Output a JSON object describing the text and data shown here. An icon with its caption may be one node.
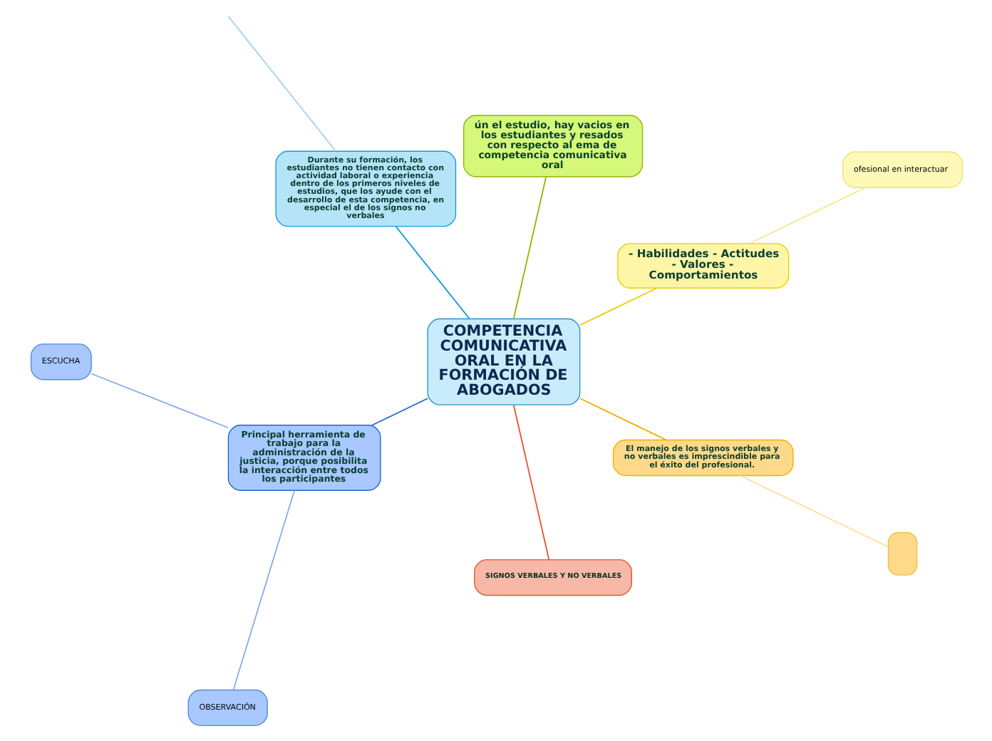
{
  "diagram": {
    "nodes": [
      {
        "text": [
          "COMPETENCIA COMUNICATIVA ORAL EN LA FORMACIÓN DE ABOGADOS"
        ]
      },
      {
        "text": [
          "- Habilidades - Actitudes - Valores - Comportamientos"
        ]
      },
      {
        "text": [
          "ofesional en interactuar"
        ]
      },
      {
        "text": [
          "ún el estudio, hay vacios en los estudiantes y resados con respecto al ema de competencia comunicativa oral"
        ]
      },
      {
        "text": [
          "Durante su formación, los estudiantes no tienen contacto con actividad laboral o experiencia dentro de los primeros niveles de estudios, que los ayude con el desarrollo de esta competencia, en especial el de los signos no verbales"
        ]
      },
      {
        "text": [
          "Principal herramienta de trabajo para la administración de la justicia, porque posibilita la interacción entre todos los participantes"
        ]
      },
      {
        "text": [
          "ESCUCHA"
        ]
      },
      {
        "text": [
          "OBSERVACIÓN"
        ]
      },
      {
        "text": [
          "SIGNOS VERBALES Y NO VERBALES"
        ]
      },
      {
        "text": [
          "El manejo de los signos verbales y no verbales es imprescindible para el éxito del profesional."
        ]
      },
      {
        "text": [],
        "shape": "box"
      }
    ],
    "edges": [
      {
        "from": 0,
        "to": 1,
        "arrow": "none",
        "color": "#e8d000"
      },
      {
        "from": 1,
        "to": 2,
        "arrow": "none",
        "color": "#f5e890"
      },
      {
        "from": 0,
        "to": 3,
        "arrow": "none",
        "color": "#8bb800"
      },
      {
        "from": 0,
        "to": 4,
        "arrow": "none",
        "color": "#1a9ad8"
      },
      {
        "from": 4,
        "to": null,
        "arrow": "none",
        "color": "#9fd4ee"
      },
      {
        "from": 0,
        "to": 5,
        "arrow": "none",
        "color": "#2266cc"
      },
      {
        "from": 5,
        "to": 6,
        "arrow": "none",
        "color": "#88aaee"
      },
      {
        "from": 5,
        "to": 7,
        "arrow": "none",
        "color": "#88aaee"
      },
      {
        "from": 0,
        "to": 8,
        "arrow": "none",
        "color": "#e85030"
      },
      {
        "from": 0,
        "to": 9,
        "arrow": "none",
        "color": "#f0b000"
      },
      {
        "from": 9,
        "to": 10,
        "arrow": "none",
        "color": "#ffe0a0"
      }
    ]
  }
}
